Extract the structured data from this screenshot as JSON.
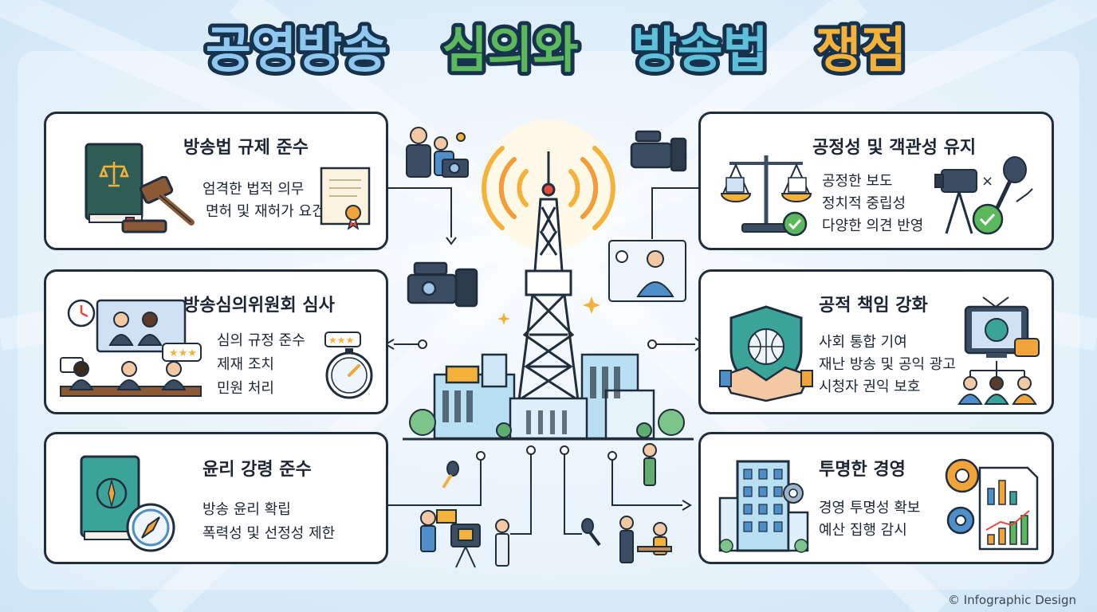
{
  "title": {
    "part1": "공영방송",
    "part2": "심의와",
    "part3": "방송법",
    "part4": "쟁점",
    "color1": "#8fc8ee",
    "color2": "#5cb85c",
    "color3": "#5ec0d8",
    "color4": "#f4b23a",
    "outline": "#17324d"
  },
  "cards": {
    "law": {
      "title": "방송법 규제 준수",
      "lines": [
        "엄격한 법적 의무",
        "면허 및 재허가 요건"
      ]
    },
    "review": {
      "title": "방송심의위원회 심사",
      "lines": [
        "심의 규정 준수",
        "제재 조치",
        "민원 처리"
      ]
    },
    "ethics": {
      "title": "윤리 강령 준수",
      "lines": [
        "방송 윤리 확립",
        "폭력성 및 선정성 제한"
      ]
    },
    "fairness": {
      "title": "공정성 및 객관성 유지",
      "lines": [
        "공정한 보도",
        "정치적 중립성",
        "다양한 의견 반영"
      ]
    },
    "public": {
      "title": "공적 책임 강화",
      "lines": [
        "사회 통합 기여",
        "재난 방송 및 공익 광고",
        "시청자 권익 보호"
      ]
    },
    "transparency": {
      "title": "투명한 경영",
      "lines": [
        "경영 투명성 확보",
        "예산 집행 감시"
      ]
    }
  },
  "credit": "© Infographic Design",
  "icons": [
    "law-book-icon",
    "gavel-icon",
    "scroll-certificate-icon",
    "stopwatch-icon",
    "committee-meeting-icon",
    "rating-stars-icon",
    "ethics-book-icon",
    "compass-icon",
    "scales-icon",
    "camera-icon",
    "microphone-icon",
    "checkmark-icon",
    "shield-globe-icon",
    "handshake-icon",
    "tv-icon",
    "audience-icon",
    "office-building-icon",
    "gear-icon",
    "report-chart-icon",
    "broadcast-tower-icon",
    "signal-waves-icon",
    "city-buildings-icon"
  ],
  "colors": {
    "outline": "#1f2d3d",
    "accent_teal": "#3aa39a",
    "accent_orange": "#f0a43a",
    "accent_blue": "#4f8fc9",
    "background": "#dcedf9"
  }
}
